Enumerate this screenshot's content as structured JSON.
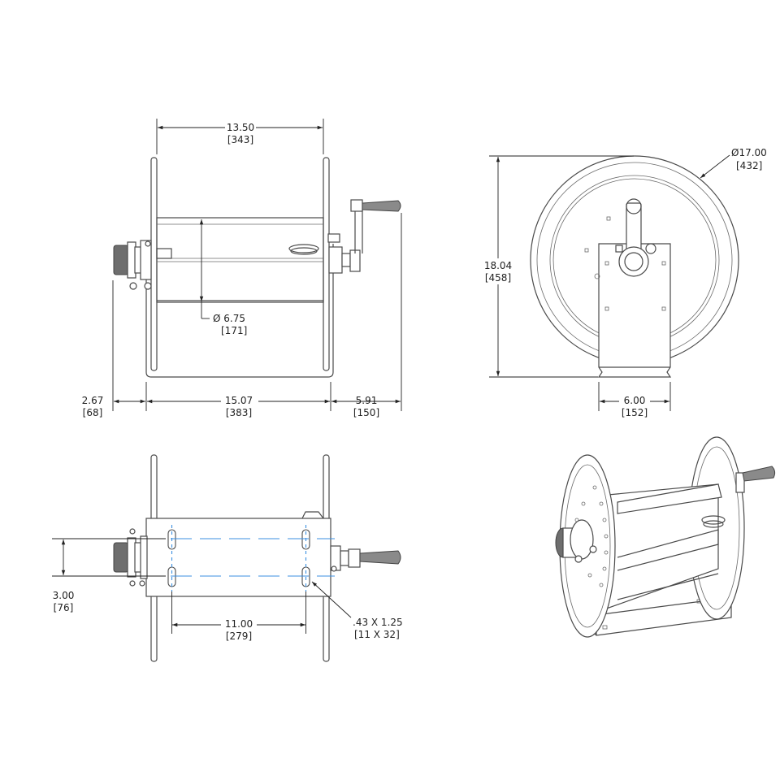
{
  "dimensions": {
    "width_top": {
      "value": "13.50",
      "metric": "[343]"
    },
    "drum_dia": {
      "value": "Ø 6.75",
      "metric": "[171]"
    },
    "left_offset": {
      "value": "2.67",
      "metric": "[68]"
    },
    "base_width": {
      "value": "15.07",
      "metric": "[383]"
    },
    "crank_offset": {
      "value": "5.91",
      "metric": "[150]"
    },
    "height": {
      "value": "18.04",
      "metric": "[458]"
    },
    "disc_dia": {
      "value": "Ø17.00",
      "metric": "[432]"
    },
    "frame_width": {
      "value": "6.00",
      "metric": "[152]"
    },
    "slot_spacing_y": {
      "value": "3.00",
      "metric": "[76]"
    },
    "slot_spacing_x": {
      "value": "11.00",
      "metric": "[279]"
    },
    "slot_size": {
      "value": ".43 X 1.25",
      "metric": "[11 X 32]"
    }
  },
  "colors": {
    "line": "#4a4a4a",
    "centerline": "#3b8fe0",
    "dimension": "#222222"
  }
}
